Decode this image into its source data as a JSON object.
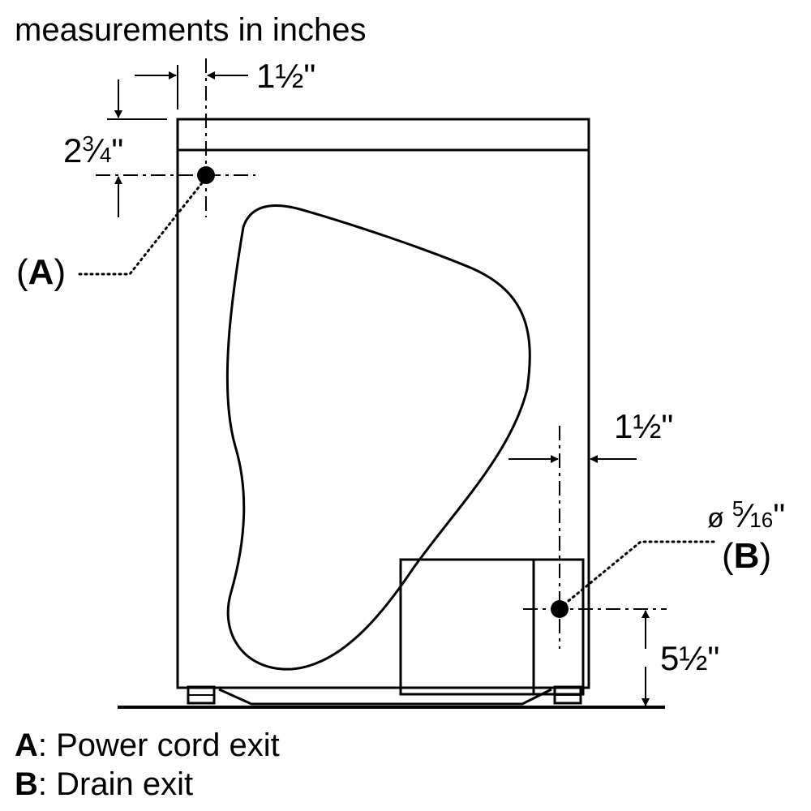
{
  "title": "measurements in inches",
  "dimensions": {
    "a_horizontal": {
      "whole": "1",
      "frac": "½",
      "unit": "\""
    },
    "a_vertical": {
      "whole": "2",
      "num": "3",
      "den": "4",
      "unit": "\""
    },
    "b_horizontal": {
      "whole": "1",
      "frac": "½",
      "unit": "\""
    },
    "b_vertical": {
      "whole": "5",
      "frac": "½",
      "unit": "\""
    },
    "b_diameter": {
      "symbol": "ø",
      "num": "5",
      "den": "16",
      "unit": "\""
    }
  },
  "callouts": {
    "a": {
      "open": "(",
      "letter": "A",
      "close": ")"
    },
    "b": {
      "open": "(",
      "letter": "B",
      "close": ")"
    }
  },
  "legend": [
    {
      "key": "A",
      "text": ": Power cord exit"
    },
    {
      "key": "B",
      "text": ": Drain exit"
    }
  ]
}
